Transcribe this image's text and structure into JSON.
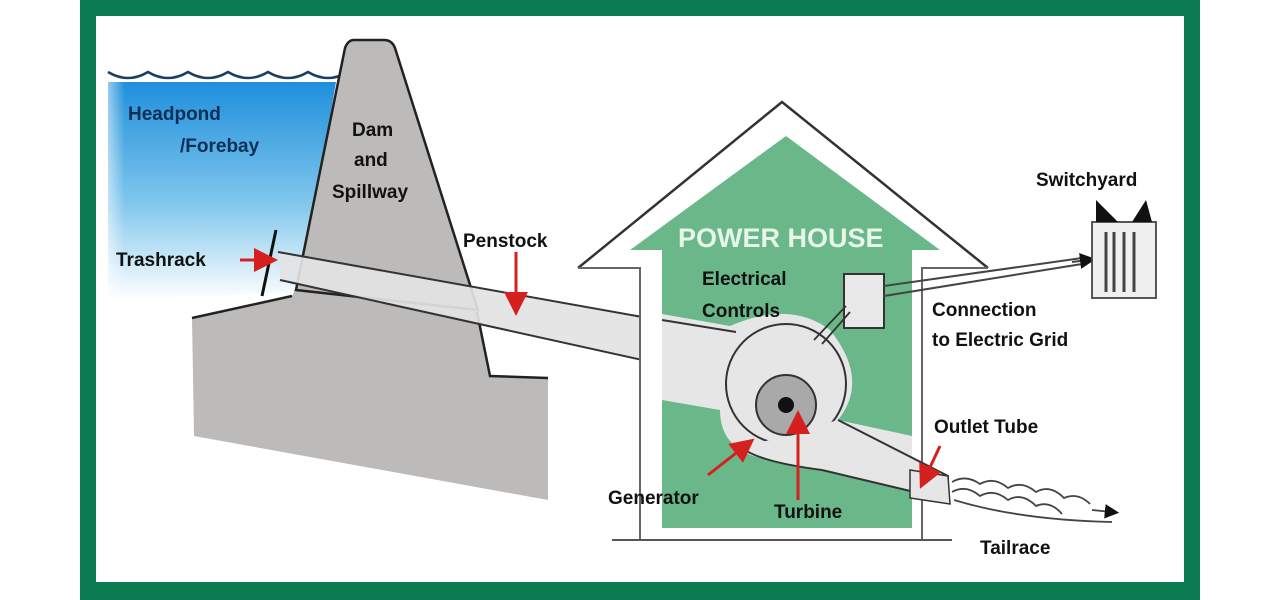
{
  "diagram": {
    "title": "Hydroelectric Power Plant",
    "colors": {
      "frame": "#0b7c52",
      "water": "#2a9be0",
      "dam": "#bdbbb9",
      "pipe": "#e2e2e2",
      "powerhouse": "#6ab88a",
      "pointer": "#d62020",
      "outline": "#222222"
    },
    "labels": {
      "headpond_line1": "Headpond",
      "headpond_line2": "/Forebay",
      "dam_line1": "Dam",
      "dam_line2": "and",
      "dam_line3": "Spillway",
      "trashrack": "Trashrack",
      "penstock": "Penstock",
      "power_house": "POWER HOUSE",
      "electrical_line1": "Electrical",
      "electrical_line2": "Controls",
      "switchyard": "Switchyard",
      "connection_line1": "Connection",
      "connection_line2": "to Electric Grid",
      "outlet_tube": "Outlet Tube",
      "generator": "Generator",
      "turbine": "Turbine",
      "tailrace": "Tailrace"
    }
  }
}
